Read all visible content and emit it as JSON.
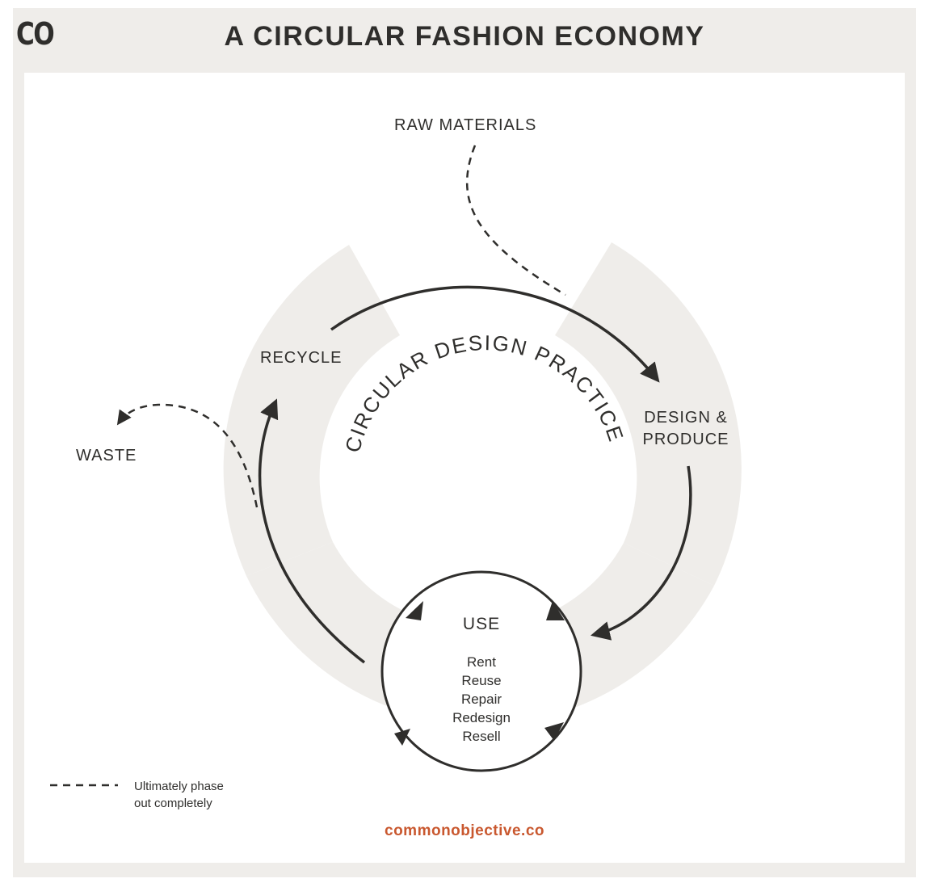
{
  "header": {
    "logo": "CO",
    "title": "A CIRCULAR FASHION ECONOMY"
  },
  "diagram": {
    "center_label": "CIRCULAR DESIGN PRACTICE",
    "raw_materials": "RAW MATERIALS",
    "design_produce": [
      "DESIGN &",
      "PRODUCE"
    ],
    "recycle": "RECYCLE",
    "waste": "WASTE",
    "use": {
      "title": "USE",
      "items": [
        "Rent",
        "Reuse",
        "Repair",
        "Redesign",
        "Resell"
      ]
    }
  },
  "legend": {
    "lines": [
      "Ultimately phase",
      "out completely"
    ]
  },
  "footer": {
    "source": "commonobjective.co"
  },
  "colors": {
    "ring": "#efedea",
    "ink": "#2f2e2c",
    "accent": "#c9582f"
  }
}
